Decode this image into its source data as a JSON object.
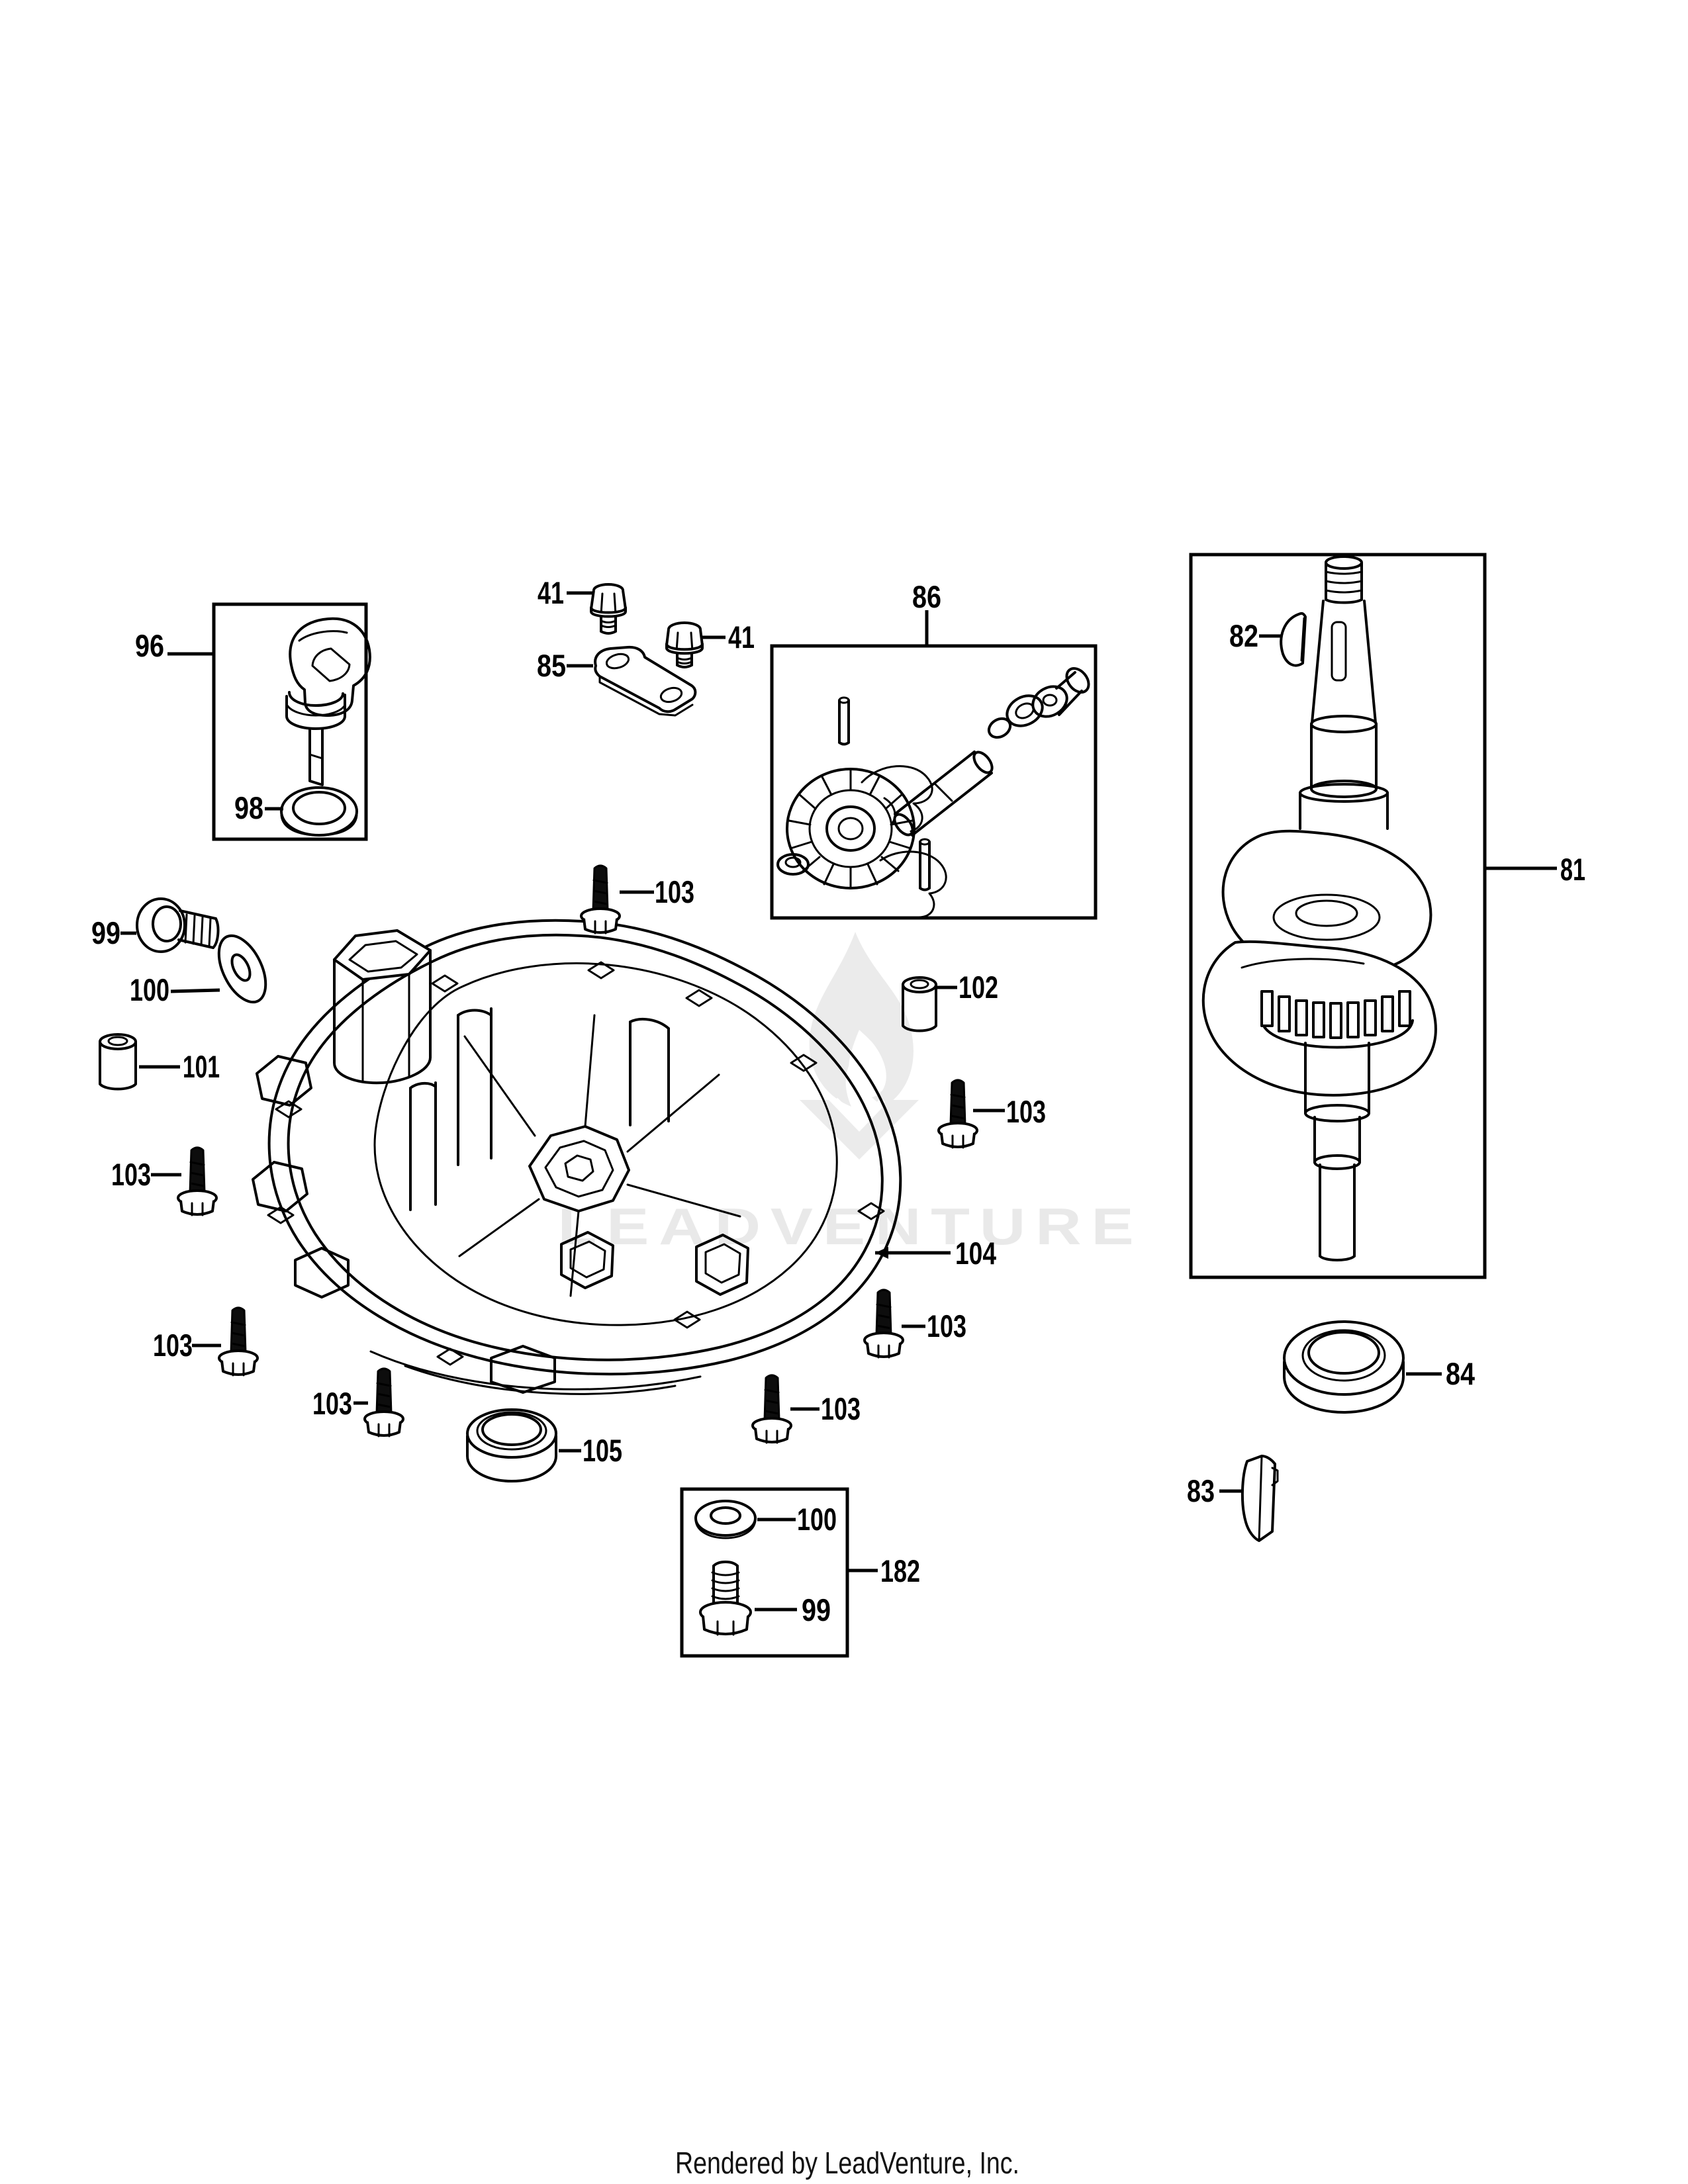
{
  "diagram": {
    "watermark": "LEADVENTURE",
    "footer": "Rendered by LeadVenture, Inc.",
    "colors": {
      "line": "#000000",
      "watermark": "#e9e9e9",
      "logo": "#ebebeb",
      "paper": "#ffffff"
    }
  },
  "callouts": [
    {
      "part": "96"
    },
    {
      "part": "98"
    },
    {
      "part": "41"
    },
    {
      "part": "41"
    },
    {
      "part": "85"
    },
    {
      "part": "86"
    },
    {
      "part": "82"
    },
    {
      "part": "81"
    },
    {
      "part": "99"
    },
    {
      "part": "100"
    },
    {
      "part": "101"
    },
    {
      "part": "103"
    },
    {
      "part": "102"
    },
    {
      "part": "103"
    },
    {
      "part": "103"
    },
    {
      "part": "104"
    },
    {
      "part": "103"
    },
    {
      "part": "103"
    },
    {
      "part": "103"
    },
    {
      "part": "103"
    },
    {
      "part": "105"
    },
    {
      "part": "84"
    },
    {
      "part": "83"
    },
    {
      "part": "100"
    },
    {
      "part": "182"
    },
    {
      "part": "99"
    }
  ]
}
